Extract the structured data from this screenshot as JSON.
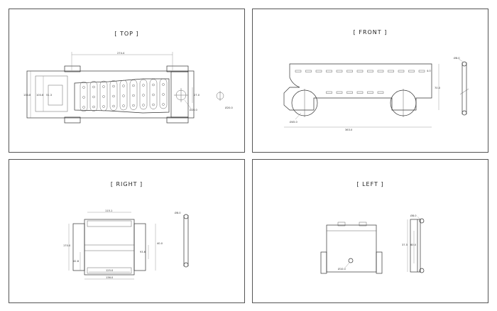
{
  "views": {
    "top": {
      "title": "[ TOP ]",
      "dims": {
        "length": "274.4",
        "height_left": "134.8",
        "height_inner": "100.8",
        "inner": "51.3",
        "right_h": "27.0",
        "hole": "Ø20.0",
        "circle": "Ø20.0"
      }
    },
    "front": {
      "title": "[ FRONT ]",
      "dims": {
        "length": "363.0",
        "height": "70.0",
        "slot": "4.0",
        "wheel": "Ø45.0",
        "side_circle": "Ø8.0"
      }
    },
    "right": {
      "title": "[ RIGHT ]",
      "dims": {
        "top": "115.1",
        "height_l": "170.0",
        "height_r": "40.0",
        "inner": "93.6",
        "small": "42.8",
        "bottom_inner": "125.0",
        "bottom": "136.0",
        "circle": "Ø8.0"
      }
    },
    "left": {
      "title": "[ LEFT ]",
      "dims": {
        "height_a": "37.5",
        "height_b": "60.0",
        "hole": "Ø10.0",
        "circle": "Ø8.0"
      }
    }
  }
}
